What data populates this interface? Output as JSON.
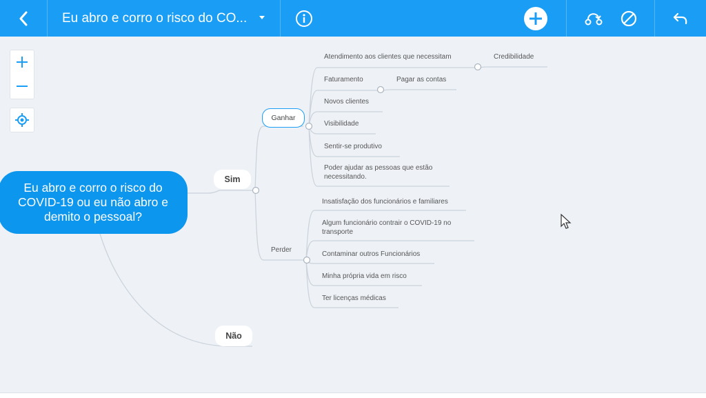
{
  "header": {
    "back_icon": "chevron-left-icon",
    "title": "Eu abro e corro o risco do CO...",
    "dropdown_icon": "caret-down-icon",
    "info_icon": "info-icon",
    "add_icon": "plus-circle-icon",
    "relationship_icon": "relationship-icon",
    "disable_icon": "prohibited-icon",
    "undo_icon": "undo-icon",
    "accent": "#1a9ef5"
  },
  "canvas_controls": {
    "zoom_in": "+",
    "zoom_out": "−",
    "locate_icon": "locate-icon"
  },
  "mindmap": {
    "central": "Eu abro e corro o risco do COVID-19 ou eu não abro e demito o pessoal?",
    "sim": "Sim",
    "nao": "Não",
    "ganhar": "Ganhar",
    "perder": "Perder",
    "ganhar_items": [
      "Atendimento aos clientes que necessitam",
      "Faturamento",
      "Novos clientes",
      "Visibilidade",
      "Sentir-se produtivo",
      "Poder ajudar as pessoas que estão",
      "necessitando."
    ],
    "ganhar_sub": {
      "credibilidade": "Credibilidade",
      "pagar": "Pagar as contas"
    },
    "perder_items": [
      "Insatisfação dos funcionários e familiares",
      "Algum funcionário contrair o COVID-19 no",
      "transporte",
      "Contaminar outros Funcionários",
      "Minha própria vida em risco",
      "Ter licenças médicas"
    ],
    "central_color": "#0d96ee"
  }
}
